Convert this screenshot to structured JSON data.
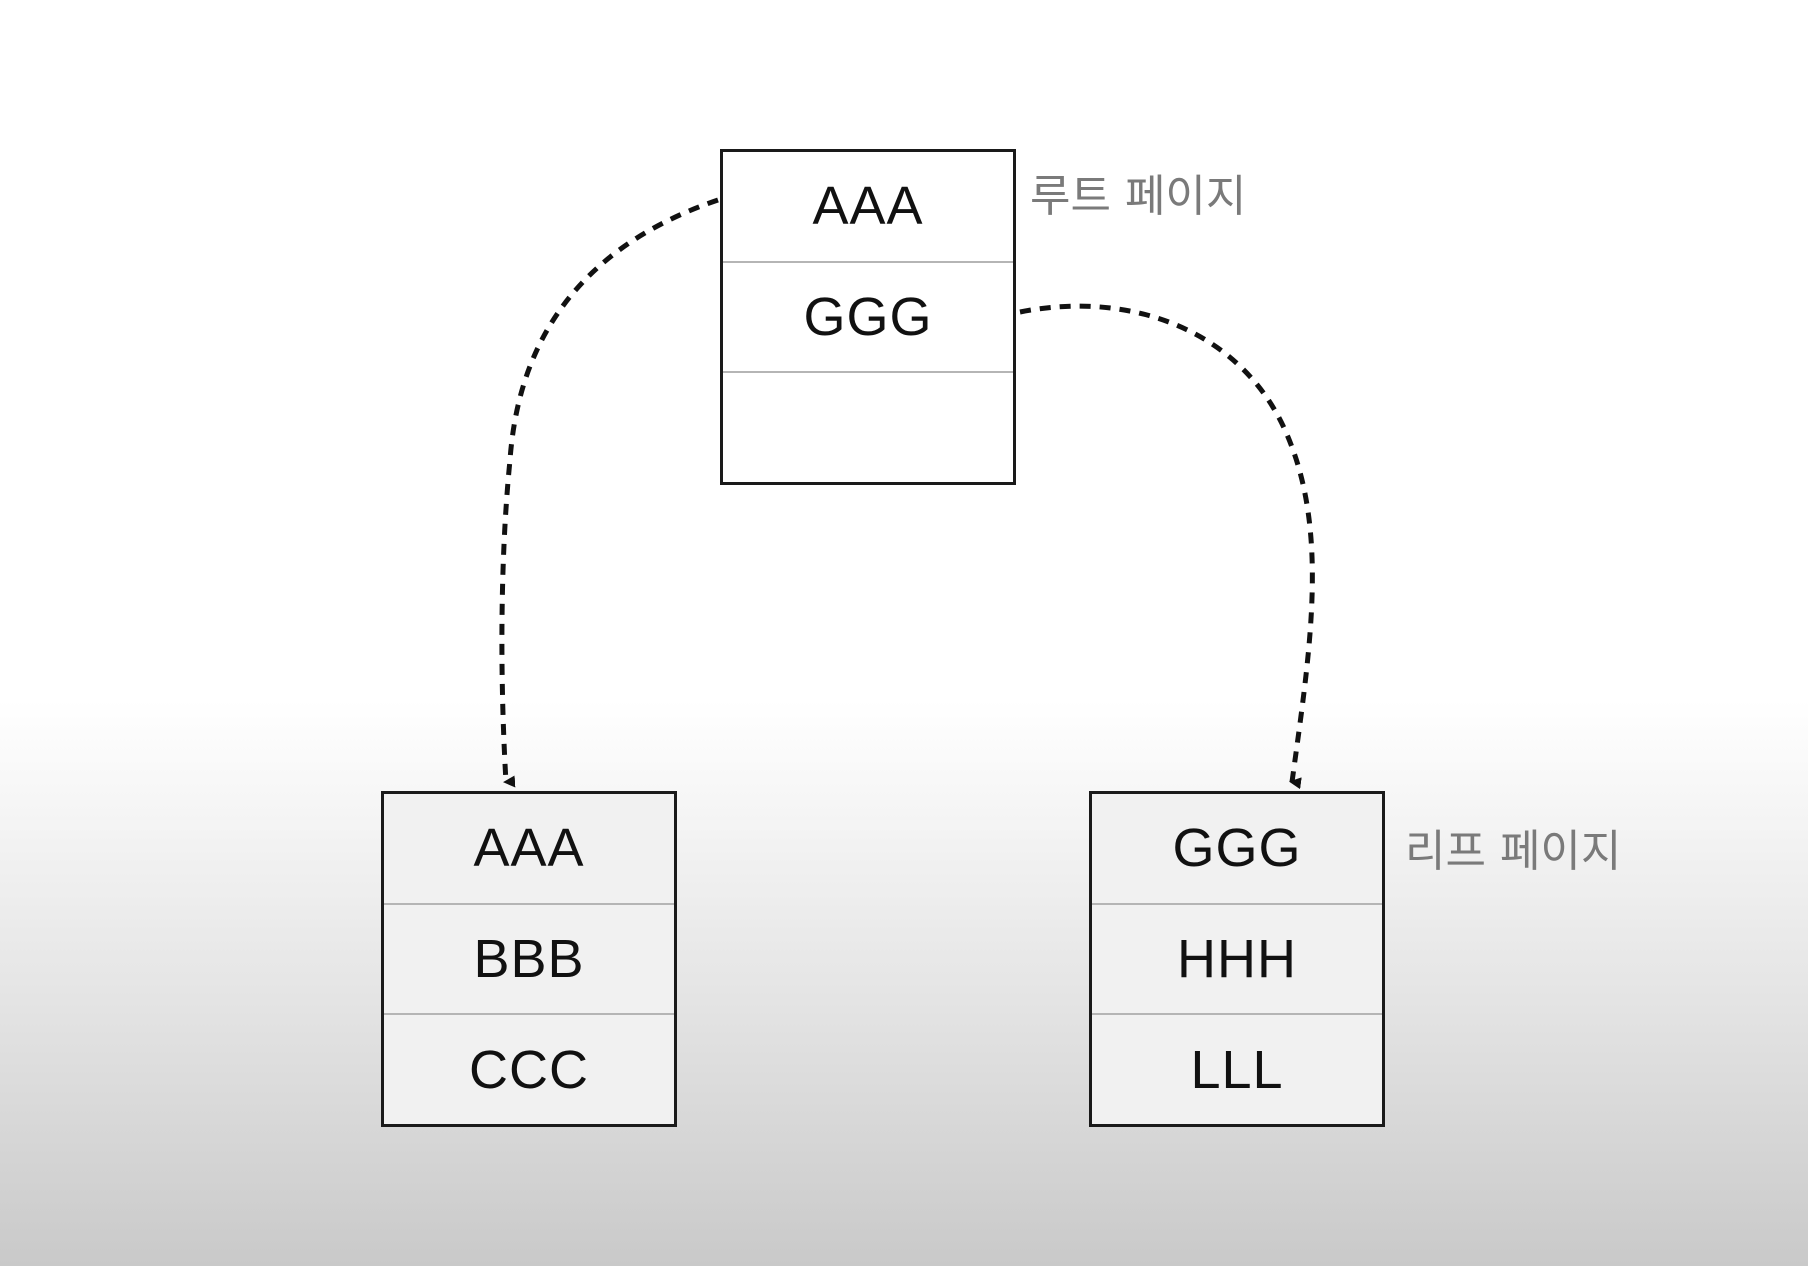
{
  "root_page": {
    "label": "루트 페이지",
    "cells": [
      "AAA",
      "GGG",
      ""
    ]
  },
  "leaf_pages": {
    "label": "리프 페이지",
    "left": {
      "cells": [
        "AAA",
        "BBB",
        "CCC"
      ]
    },
    "right": {
      "cells": [
        "GGG",
        "HHH",
        "LLL"
      ]
    }
  },
  "colors": {
    "box_border": "#1a1a1a",
    "label_text": "#7a7a7a",
    "arrow": "#111111"
  }
}
